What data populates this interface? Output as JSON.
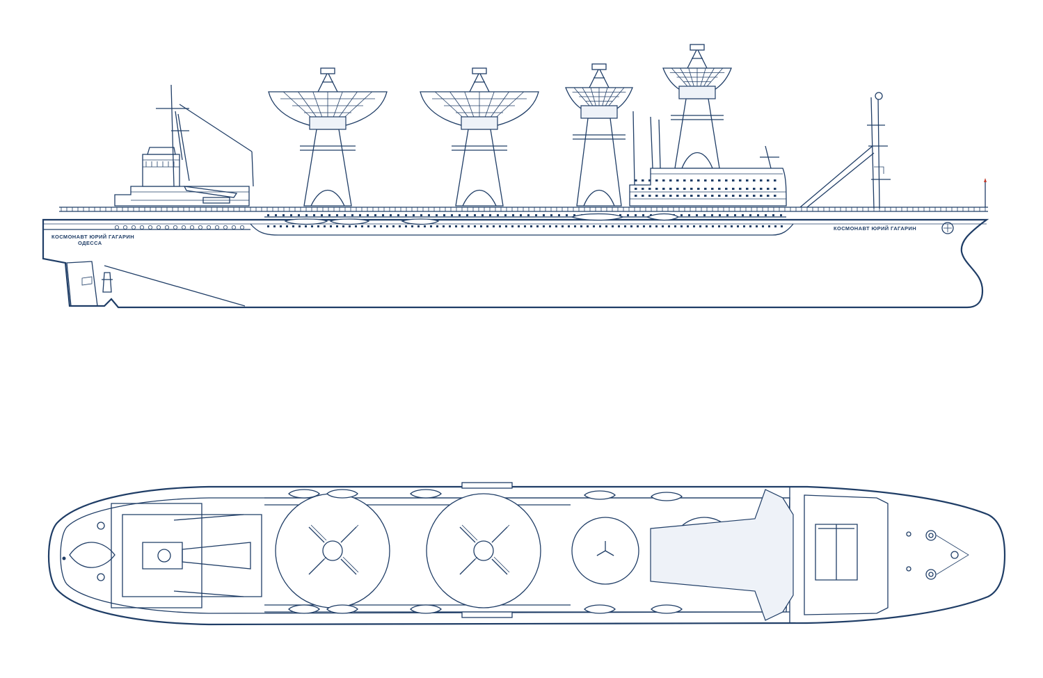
{
  "colors": {
    "line": "#1f3d66",
    "background": "#ffffff",
    "flag": "#c0392b"
  },
  "side_view": {
    "stern_name": "КОСМОНАВТ ЮРИЙ ГАГАРИН",
    "home_port": "ОДЕССА",
    "bow_name": "КОСМОНАВТ ЮРИЙ ГАГАРИН"
  }
}
